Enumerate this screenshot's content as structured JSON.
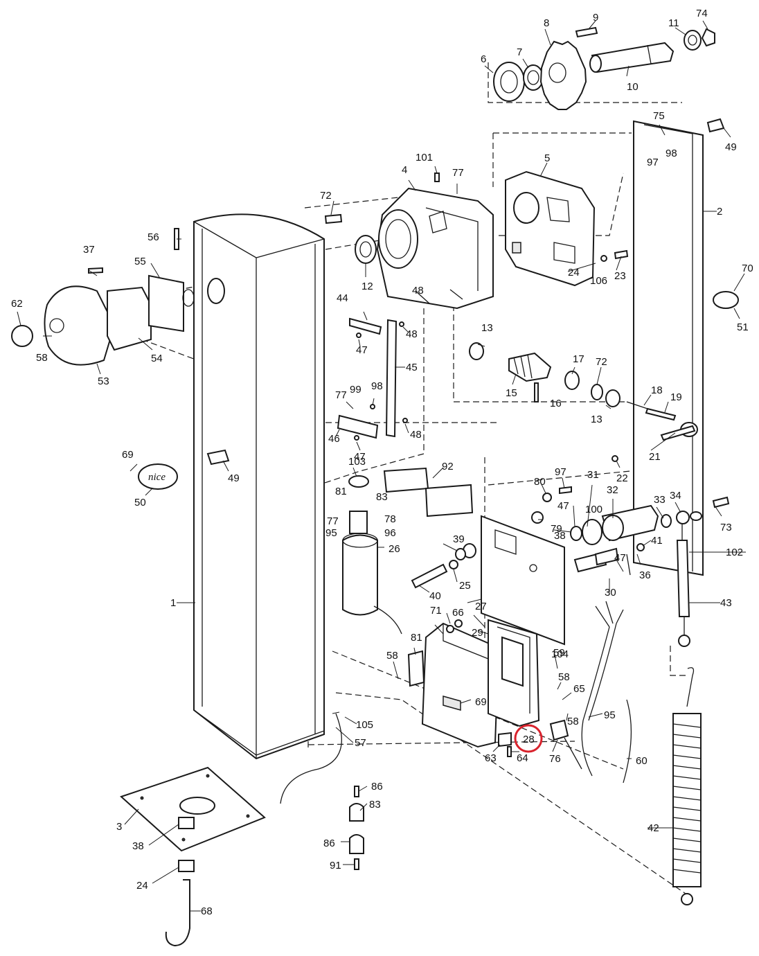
{
  "diagram": {
    "highlight_color": "#d9232d",
    "line_color": "#1a1a1a",
    "background": "#ffffff",
    "highlighted_part": "28",
    "brand_plate_text": "nice",
    "part_labels": [
      "1",
      "2",
      "3",
      "4",
      "5",
      "6",
      "7",
      "8",
      "9",
      "10",
      "11",
      "12",
      "13",
      "13",
      "15",
      "16",
      "17",
      "18",
      "19",
      "21",
      "22",
      "23",
      "24",
      "24",
      "25",
      "26",
      "27",
      "28",
      "29",
      "30",
      "31",
      "32",
      "33",
      "34",
      "36",
      "37",
      "38",
      "38",
      "39",
      "40",
      "41",
      "42",
      "43",
      "44",
      "45",
      "46",
      "47",
      "47",
      "47",
      "47",
      "48",
      "48",
      "48",
      "49",
      "49",
      "50",
      "51",
      "53",
      "54",
      "55",
      "56",
      "57",
      "58",
      "58",
      "58",
      "58",
      "59",
      "60",
      "62",
      "63",
      "64",
      "65",
      "66",
      "68",
      "69",
      "69",
      "70",
      "71",
      "72",
      "72",
      "73",
      "74",
      "75",
      "76",
      "77",
      "77",
      "77",
      "78",
      "79",
      "80",
      "81",
      "81",
      "83",
      "83",
      "86",
      "86",
      "91",
      "92",
      "95",
      "95",
      "96",
      "97",
      "97",
      "98",
      "98",
      "99",
      "100",
      "101",
      "102",
      "103",
      "104",
      "105",
      "106"
    ]
  }
}
